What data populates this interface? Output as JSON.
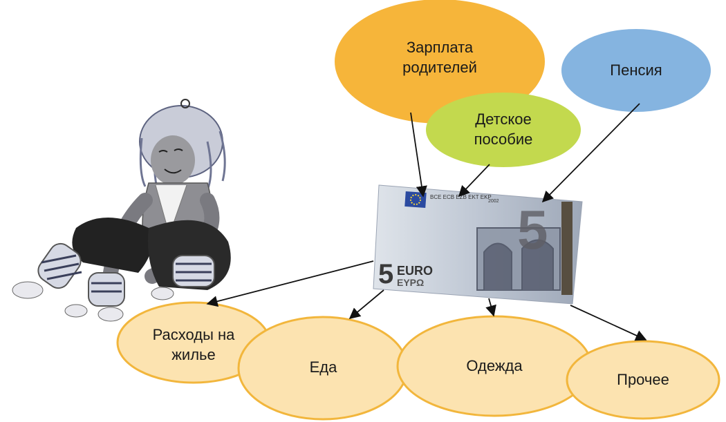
{
  "income": {
    "salary": "Зарплата\nродителей",
    "pension": "Пенсия",
    "child_benefit": "Детское\nпособие"
  },
  "banknote": {
    "denomination": "5",
    "currency_word": "EURO",
    "currency_word_greek": "EYPΩ",
    "issuer_abbrev": "BCE ECB EZB EKT EKP",
    "year": "2002"
  },
  "expenses": {
    "housing": "Расходы на\nжилье",
    "food": "Еда",
    "clothing": "Одежда",
    "other": "Прочее"
  },
  "colors": {
    "salary_fill": "#f6b53a",
    "pension_fill": "#85b4e0",
    "benefit_fill": "#c3d94e",
    "expense_fill": "#fce3b0",
    "expense_stroke": "#f2b63c",
    "banknote_tint": "#b9c3d2"
  },
  "illustration": {
    "subject": "girl-sitting-illustration"
  }
}
